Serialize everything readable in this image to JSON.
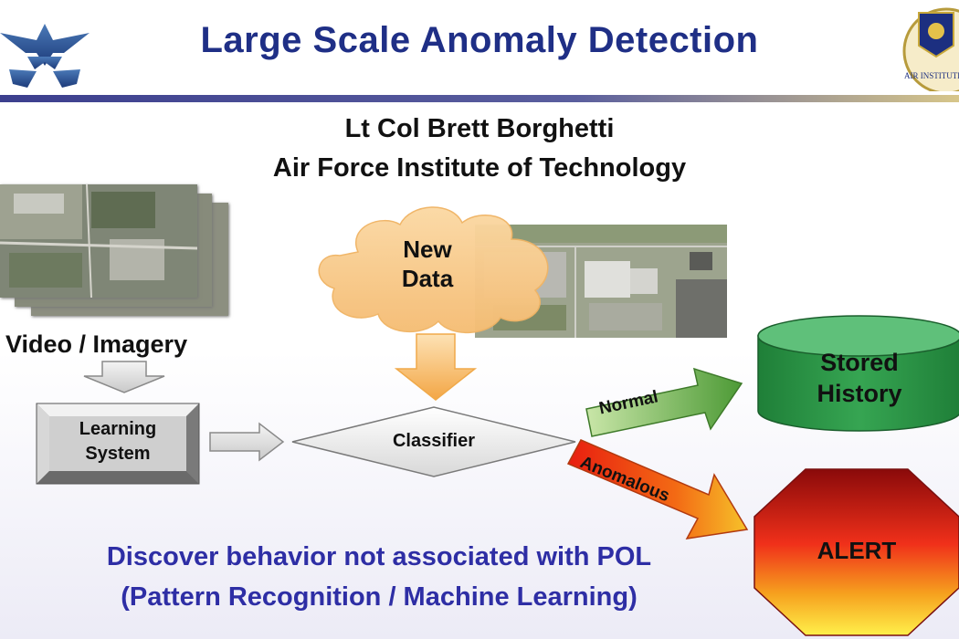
{
  "header": {
    "title": "Large Scale Anomaly Detection"
  },
  "author": {
    "name": "Lt Col Brett Borghetti",
    "affiliation": "Air Force Institute of Technology"
  },
  "diagram": {
    "input_label": "Video / Imagery",
    "new_data_line1": "New",
    "new_data_line2": "Data",
    "learning_line1": "Learning",
    "learning_line2": "System",
    "classifier": "Classifier",
    "normal": "Normal",
    "anomalous": "Anomalous",
    "stored_line1": "Stored",
    "stored_line2": "History",
    "alert": "ALERT"
  },
  "footer": {
    "line1": "Discover behavior not associated with POL",
    "line2": "(Pattern Recognition / Machine Learning)"
  },
  "logos": {
    "right_seal_text": "AIR INSTITUTE OF"
  },
  "colors": {
    "title": "#1f2f86",
    "footer_text": "#2e2ea5",
    "cylinder": "#2e9a4a",
    "cloud": "#f7c98a",
    "arrow_orange": "#f5b65a"
  }
}
